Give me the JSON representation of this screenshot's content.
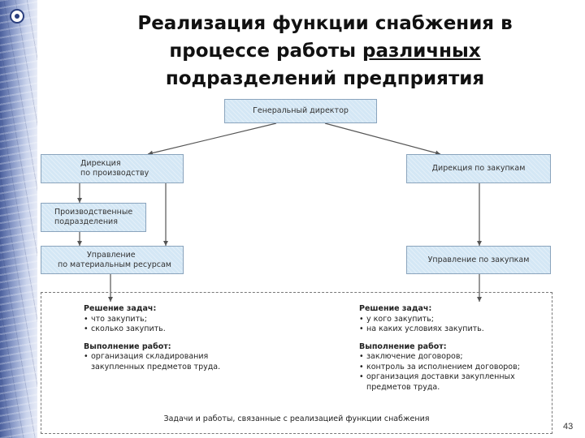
{
  "title": {
    "line1": "Реализация функции снабжения в",
    "line2_prefix": "процессе работы ",
    "line2_underlined": "различных",
    "line3": "подразделений предприятия"
  },
  "diagram": {
    "general_director": "Генеральный директор",
    "production_directorate": [
      "Дирекция",
      "по производству"
    ],
    "procurement_directorate": "Дирекция по закупкам",
    "production_units": [
      "Производственные",
      "подразделения"
    ],
    "material_resources_dept": [
      "Управление",
      "по материальным ресурсам"
    ],
    "procurement_dept": "Управление по закупкам",
    "left_tasks": {
      "heading1": "Решение задач:",
      "items1": [
        "что закупить;",
        "сколько закупить."
      ],
      "heading2": "Выполнение работ:",
      "items2": [
        "организация складирования закупленных предметов труда."
      ]
    },
    "right_tasks": {
      "heading1": "Решение задач:",
      "items1": [
        "у кого закупить;",
        "на каких условиях закупить."
      ],
      "heading2": "Выполнение работ:",
      "items2": [
        "заключение договоров;",
        "контроль за исполнением договоров;",
        "организация доставки закупленных предметов труда."
      ]
    },
    "caption": "Задачи и работы, связанные с реализацией функции снабжения"
  },
  "page_number": "43",
  "colors": {
    "box_fill": "#d4e7f5",
    "box_border": "#8aa4bd",
    "arrow": "#555555",
    "sidebar": "#4a5f9c"
  }
}
